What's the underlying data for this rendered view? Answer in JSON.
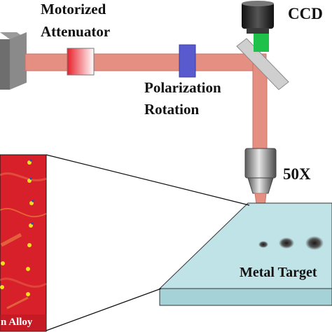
{
  "labels": {
    "motorized": "Motorized",
    "attenuator": "Attenuator",
    "ccd": "CCD",
    "polarization": "Polarization",
    "rotation": "Rotation",
    "objective": "50X",
    "target": "Metal Target",
    "inset": "n Alloy"
  },
  "colors": {
    "beam": "#e48f82",
    "beam_edge": "#c8736a",
    "laser_box": "#7a7a7a",
    "attenuator": "#e8202a",
    "polarizer": "#5a5acf",
    "ccd_connector": "#1ec24a",
    "ccd_body": "#2a2a2a",
    "mirror": "#c9c9c9",
    "objective": "#9a9a9a",
    "target_plate": "#bfe3e6",
    "inset_bg": "#d8202a"
  },
  "icons": {
    "laser": "laser-source-icon",
    "ccd": "ccd-camera-icon",
    "mirror": "mirror-icon",
    "objective": "microscope-objective-icon"
  }
}
